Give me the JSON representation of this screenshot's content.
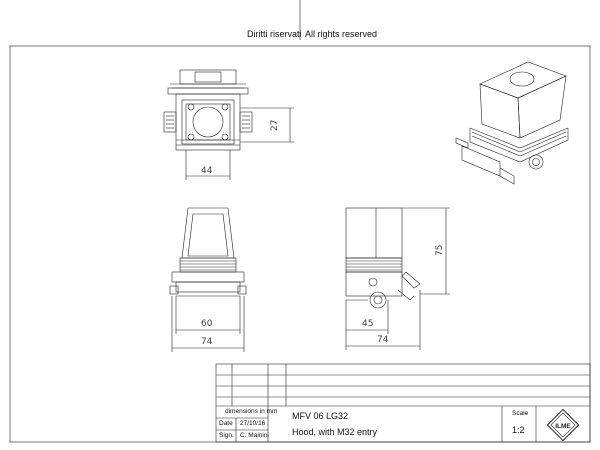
{
  "header": {
    "rights_it": "Diritti riservati",
    "rights_en": "All rights reserved"
  },
  "dimensions": {
    "top_view_width": "44",
    "top_view_height": "27",
    "front_inner_width": "60",
    "front_outer_width": "74",
    "side_depth": "45",
    "side_width": "74",
    "side_height": "75"
  },
  "title_block": {
    "units_note": "dimensions in mm",
    "date_label": "Date",
    "date_value": "27/10/16",
    "sign_label": "Sign.",
    "sign_value": "C. Mainini",
    "part_code": "MFV 06 LG32",
    "description": "Hood, with M32 entry",
    "scale_label": "Scale",
    "scale_value": "1:2",
    "logo_text": "ILME"
  }
}
